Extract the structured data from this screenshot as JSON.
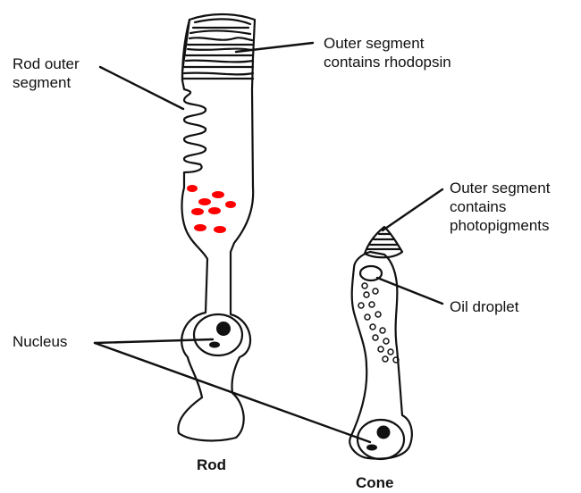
{
  "labels": {
    "rod_outer_line1": "Rod outer",
    "rod_outer_line2": "segment",
    "outer_rhodopsin_line1": "Outer segment",
    "outer_rhodopsin_line2": "contains rhodopsin",
    "outer_photo_line1": "Outer segment",
    "outer_photo_line2": "contains",
    "outer_photo_line3": "photopigments",
    "oil_droplet": "Oil droplet",
    "nucleus": "Nucleus",
    "rod": "Rod",
    "cone": "Cone"
  },
  "colors": {
    "outline": "#111111",
    "pigment_dots": "#ff0000"
  }
}
